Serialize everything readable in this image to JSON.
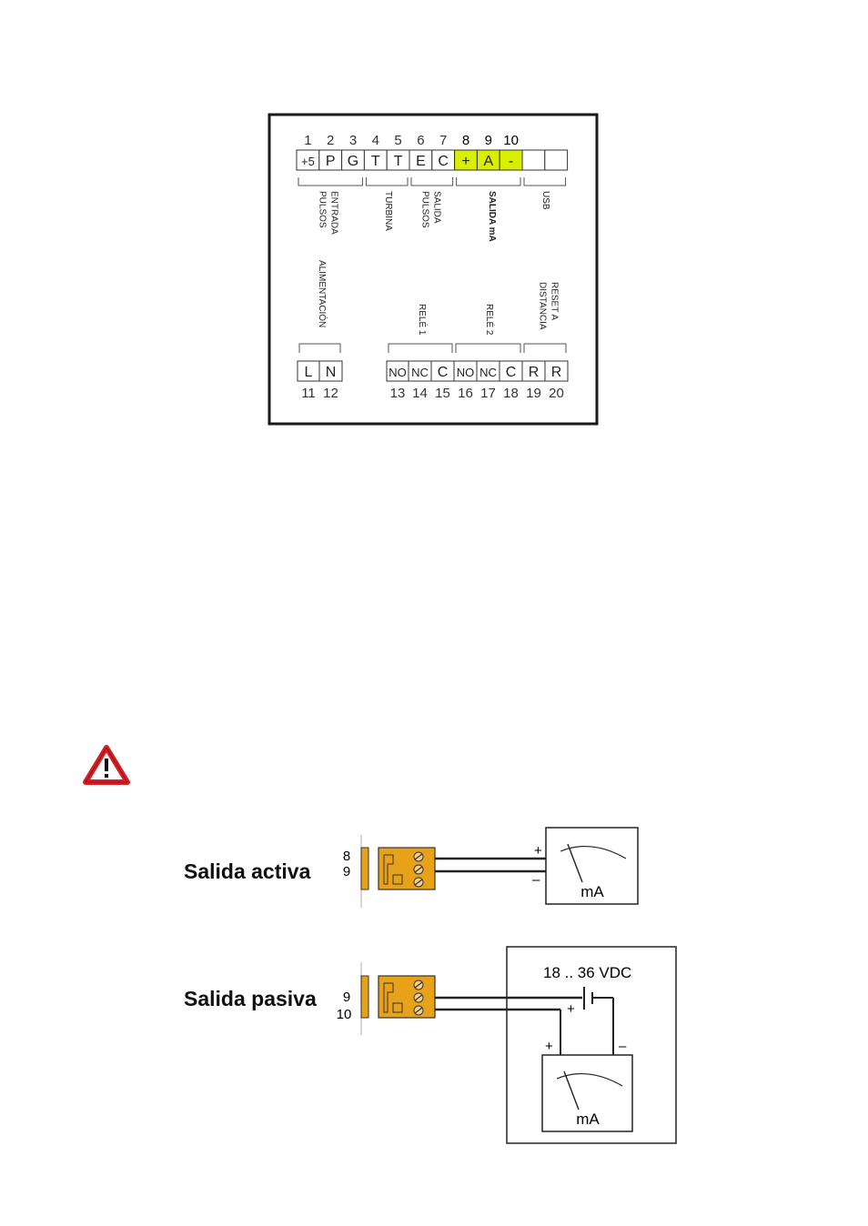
{
  "colors": {
    "highlight": "#d8f000",
    "connector": "#e8a21a",
    "warning_red": "#d81f26",
    "line": "#222222"
  },
  "terminal_block": {
    "top_row": [
      {
        "num": "1",
        "label": "+5",
        "highlight": false
      },
      {
        "num": "2",
        "label": "P",
        "highlight": false
      },
      {
        "num": "3",
        "label": "G",
        "highlight": false
      },
      {
        "num": "4",
        "label": "T",
        "highlight": false
      },
      {
        "num": "5",
        "label": "T",
        "highlight": false
      },
      {
        "num": "6",
        "label": "E",
        "highlight": false
      },
      {
        "num": "7",
        "label": "C",
        "highlight": false
      },
      {
        "num": "8",
        "label": "+",
        "highlight": true
      },
      {
        "num": "9",
        "label": "A",
        "highlight": true
      },
      {
        "num": "10",
        "label": "-",
        "highlight": true
      },
      {
        "num": "",
        "label": "",
        "highlight": false
      },
      {
        "num": "",
        "label": "",
        "highlight": false
      }
    ],
    "top_groups": [
      {
        "lines": [
          "ENTRADA",
          "PULSOS"
        ],
        "bold": false
      },
      {
        "lines": [
          "TURBINA"
        ],
        "bold": false
      },
      {
        "lines": [
          "SALIDA",
          "PULSOS"
        ],
        "bold": false
      },
      {
        "lines": [
          "SALIDA mA"
        ],
        "bold": true
      },
      {
        "lines": [
          "USB"
        ],
        "bold": false
      }
    ],
    "bottom_row": [
      {
        "num": "11",
        "label": "L"
      },
      {
        "num": "12",
        "label": "N"
      },
      {
        "num": "13",
        "label": "NO"
      },
      {
        "num": "14",
        "label": "NC"
      },
      {
        "num": "15",
        "label": "C"
      },
      {
        "num": "16",
        "label": "NO"
      },
      {
        "num": "17",
        "label": "NC"
      },
      {
        "num": "18",
        "label": "C"
      },
      {
        "num": "19",
        "label": "R"
      },
      {
        "num": "20",
        "label": "R"
      }
    ],
    "bottom_groups": [
      {
        "lines": [
          "ALIMENTACIÓN"
        ]
      },
      {
        "lines": [
          "RELÉ 1"
        ]
      },
      {
        "lines": [
          "RELÉ 2"
        ]
      },
      {
        "lines": [
          "RESET A",
          "DISTANCIA"
        ]
      }
    ]
  },
  "wiring": {
    "active": {
      "title": "Salida activa",
      "terminals": [
        "8",
        "9"
      ],
      "plus": "+",
      "minus": "–",
      "meter_label": "mA"
    },
    "passive": {
      "title": "Salida pasiva",
      "terminals": [
        "9",
        "10"
      ],
      "supply_label": "18 .. 36 VDC",
      "battery_plus": "+",
      "meter_plus": "+",
      "meter_minus": "–",
      "meter_label": "mA"
    }
  }
}
